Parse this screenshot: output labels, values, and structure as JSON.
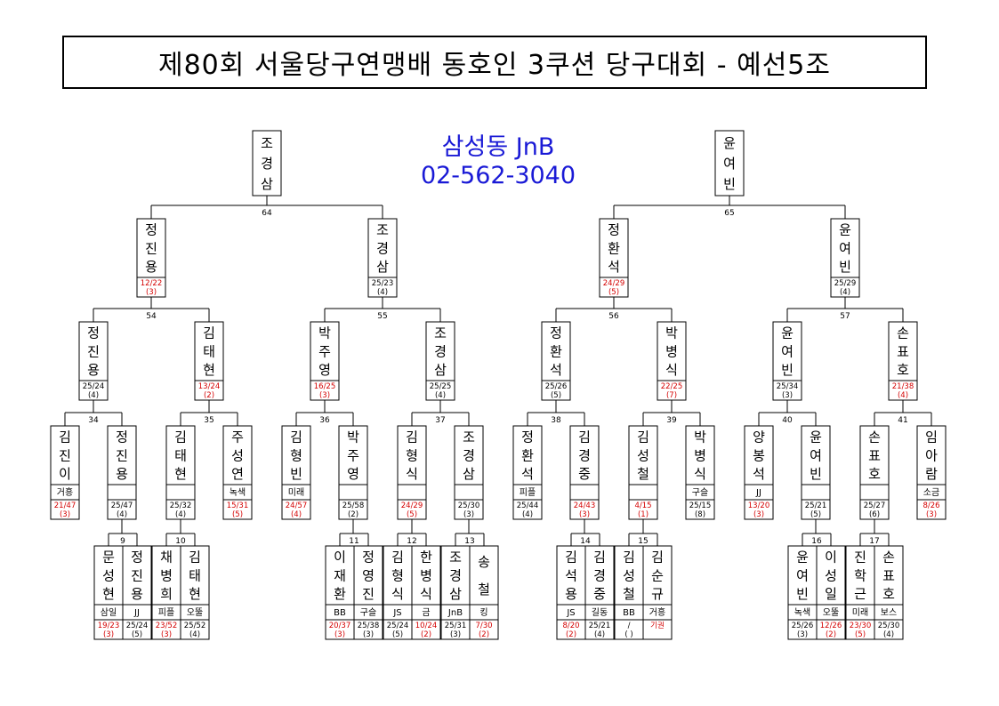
{
  "title": "제80회 서울당구연맹배 동호인 3쿠션 당구대회 - 예선5조",
  "sponsor": {
    "name": "삼성동 JnB",
    "phone": "02-562-3040"
  },
  "colors": {
    "red": "#d40000",
    "blue": "#1a1ad6",
    "line": "#000000"
  },
  "winners": [
    {
      "name": "조경삼"
    },
    {
      "name": "윤여빈"
    }
  ],
  "round1": [
    {
      "name": "정진용",
      "score": "12/22",
      "rank": "(3)",
      "loss": true
    },
    {
      "name": "조경삼",
      "score": "25/23",
      "rank": "(4)",
      "loss": false
    },
    {
      "name": "정환석",
      "score": "24/29",
      "rank": "(5)",
      "loss": true
    },
    {
      "name": "윤여빈",
      "score": "25/29",
      "rank": "(4)",
      "loss": false
    }
  ],
  "round2": [
    {
      "name": "정진용",
      "score": "25/24",
      "rank": "(4)",
      "loss": false
    },
    {
      "name": "김태현",
      "score": "13/24",
      "rank": "(2)",
      "loss": true
    },
    {
      "name": "박주영",
      "score": "16/25",
      "rank": "(3)",
      "loss": true
    },
    {
      "name": "조경삼",
      "score": "25/25",
      "rank": "(4)",
      "loss": false
    },
    {
      "name": "정환석",
      "score": "25/26",
      "rank": "(5)",
      "loss": false
    },
    {
      "name": "박병식",
      "score": "22/25",
      "rank": "(7)",
      "loss": true
    },
    {
      "name": "윤여빈",
      "score": "25/34",
      "rank": "(3)",
      "loss": false
    },
    {
      "name": "손표호",
      "score": "21/38",
      "rank": "(4)",
      "loss": true
    }
  ],
  "round3": [
    {
      "name": "김진이",
      "club": "거흥",
      "score": "21/47",
      "rank": "(3)",
      "loss": true
    },
    {
      "name": "정진용",
      "club": "",
      "score": "25/47",
      "rank": "(4)",
      "loss": false
    },
    {
      "name": "김태현",
      "club": "",
      "score": "25/32",
      "rank": "(4)",
      "loss": false
    },
    {
      "name": "주성연",
      "club": "녹색",
      "score": "15/31",
      "rank": "(5)",
      "loss": true
    },
    {
      "name": "김형빈",
      "club": "미래",
      "score": "24/57",
      "rank": "(4)",
      "loss": true
    },
    {
      "name": "박주영",
      "club": "",
      "score": "25/58",
      "rank": "(2)",
      "loss": false
    },
    {
      "name": "김형식",
      "club": "",
      "score": "24/29",
      "rank": "(5)",
      "loss": true
    },
    {
      "name": "조경삼",
      "club": "",
      "score": "25/30",
      "rank": "(3)",
      "loss": false
    },
    {
      "name": "정환석",
      "club": "피플",
      "score": "25/44",
      "rank": "(4)",
      "loss": false
    },
    {
      "name": "김경중",
      "club": "",
      "score": "24/43",
      "rank": "(3)",
      "loss": true
    },
    {
      "name": "김성철",
      "club": "",
      "score": "4/15",
      "rank": "(1)",
      "loss": true
    },
    {
      "name": "박병식",
      "club": "구슬",
      "score": "25/15",
      "rank": "(8)",
      "loss": false
    },
    {
      "name": "양봉석",
      "club": "JJ",
      "score": "13/20",
      "rank": "(3)",
      "loss": true
    },
    {
      "name": "윤여빈",
      "club": "",
      "score": "25/21",
      "rank": "(5)",
      "loss": false
    },
    {
      "name": "손표호",
      "club": "",
      "score": "25/27",
      "rank": "(6)",
      "loss": false
    },
    {
      "name": "임아람",
      "club": "소금",
      "score": "8/26",
      "rank": "(3)",
      "loss": true
    }
  ],
  "round4": [
    {
      "name": "문성현",
      "club": "삼일",
      "score": "19/23",
      "rank": "(3)",
      "loss": true
    },
    {
      "name": "정진용",
      "club": "JJ",
      "score": "25/24",
      "rank": "(5)",
      "loss": false
    },
    {
      "name": "채병희",
      "club": "피플",
      "score": "23/52",
      "rank": "(3)",
      "loss": true
    },
    {
      "name": "김태현",
      "club": "오뚤",
      "score": "25/52",
      "rank": "(4)",
      "loss": false
    },
    {
      "name": "이재환",
      "club": "BB",
      "score": "20/37",
      "rank": "(3)",
      "loss": true
    },
    {
      "name": "정영진",
      "club": "구슬",
      "score": "25/38",
      "rank": "(3)",
      "loss": false
    },
    {
      "name": "김형식",
      "club": "JS",
      "score": "25/24",
      "rank": "(5)",
      "loss": false
    },
    {
      "name": "한병식",
      "club": "금",
      "score": "10/24",
      "rank": "(2)",
      "loss": true
    },
    {
      "name": "조경삼",
      "club": "JnB",
      "score": "25/31",
      "rank": "(3)",
      "loss": false
    },
    {
      "name": "송철",
      "club": "킹",
      "score": "7/30",
      "rank": "(2)",
      "loss": true
    },
    {
      "name": "김석용",
      "club": "JS",
      "score": "8/20",
      "rank": "(2)",
      "loss": true
    },
    {
      "name": "김경중",
      "club": "길동",
      "score": "25/21",
      "rank": "(4)",
      "loss": false
    },
    {
      "name": "김성철",
      "club": "BB",
      "score": "/",
      "rank": "( )",
      "loss": false
    },
    {
      "name": "김순규",
      "club": "거흥",
      "score": "기권",
      "rank": "",
      "loss": true
    },
    {
      "name": "윤여빈",
      "club": "녹색",
      "score": "25/26",
      "rank": "(3)",
      "loss": false
    },
    {
      "name": "이성일",
      "club": "오뚤",
      "score": "12/26",
      "rank": "(2)",
      "loss": true
    },
    {
      "name": "진학근",
      "club": "미래",
      "score": "23/30",
      "rank": "(5)",
      "loss": true
    },
    {
      "name": "손표호",
      "club": "보스",
      "score": "25/30",
      "rank": "(4)",
      "loss": false
    }
  ],
  "match_numbers": {
    "final": [
      "64",
      "65"
    ],
    "semi": [
      "54",
      "55",
      "56",
      "57"
    ],
    "quarter": [
      "34",
      "35",
      "36",
      "37",
      "38",
      "39",
      "40",
      "41"
    ],
    "first": [
      "9",
      "10",
      "11",
      "12",
      "13",
      "14",
      "15",
      "16",
      "17"
    ]
  }
}
